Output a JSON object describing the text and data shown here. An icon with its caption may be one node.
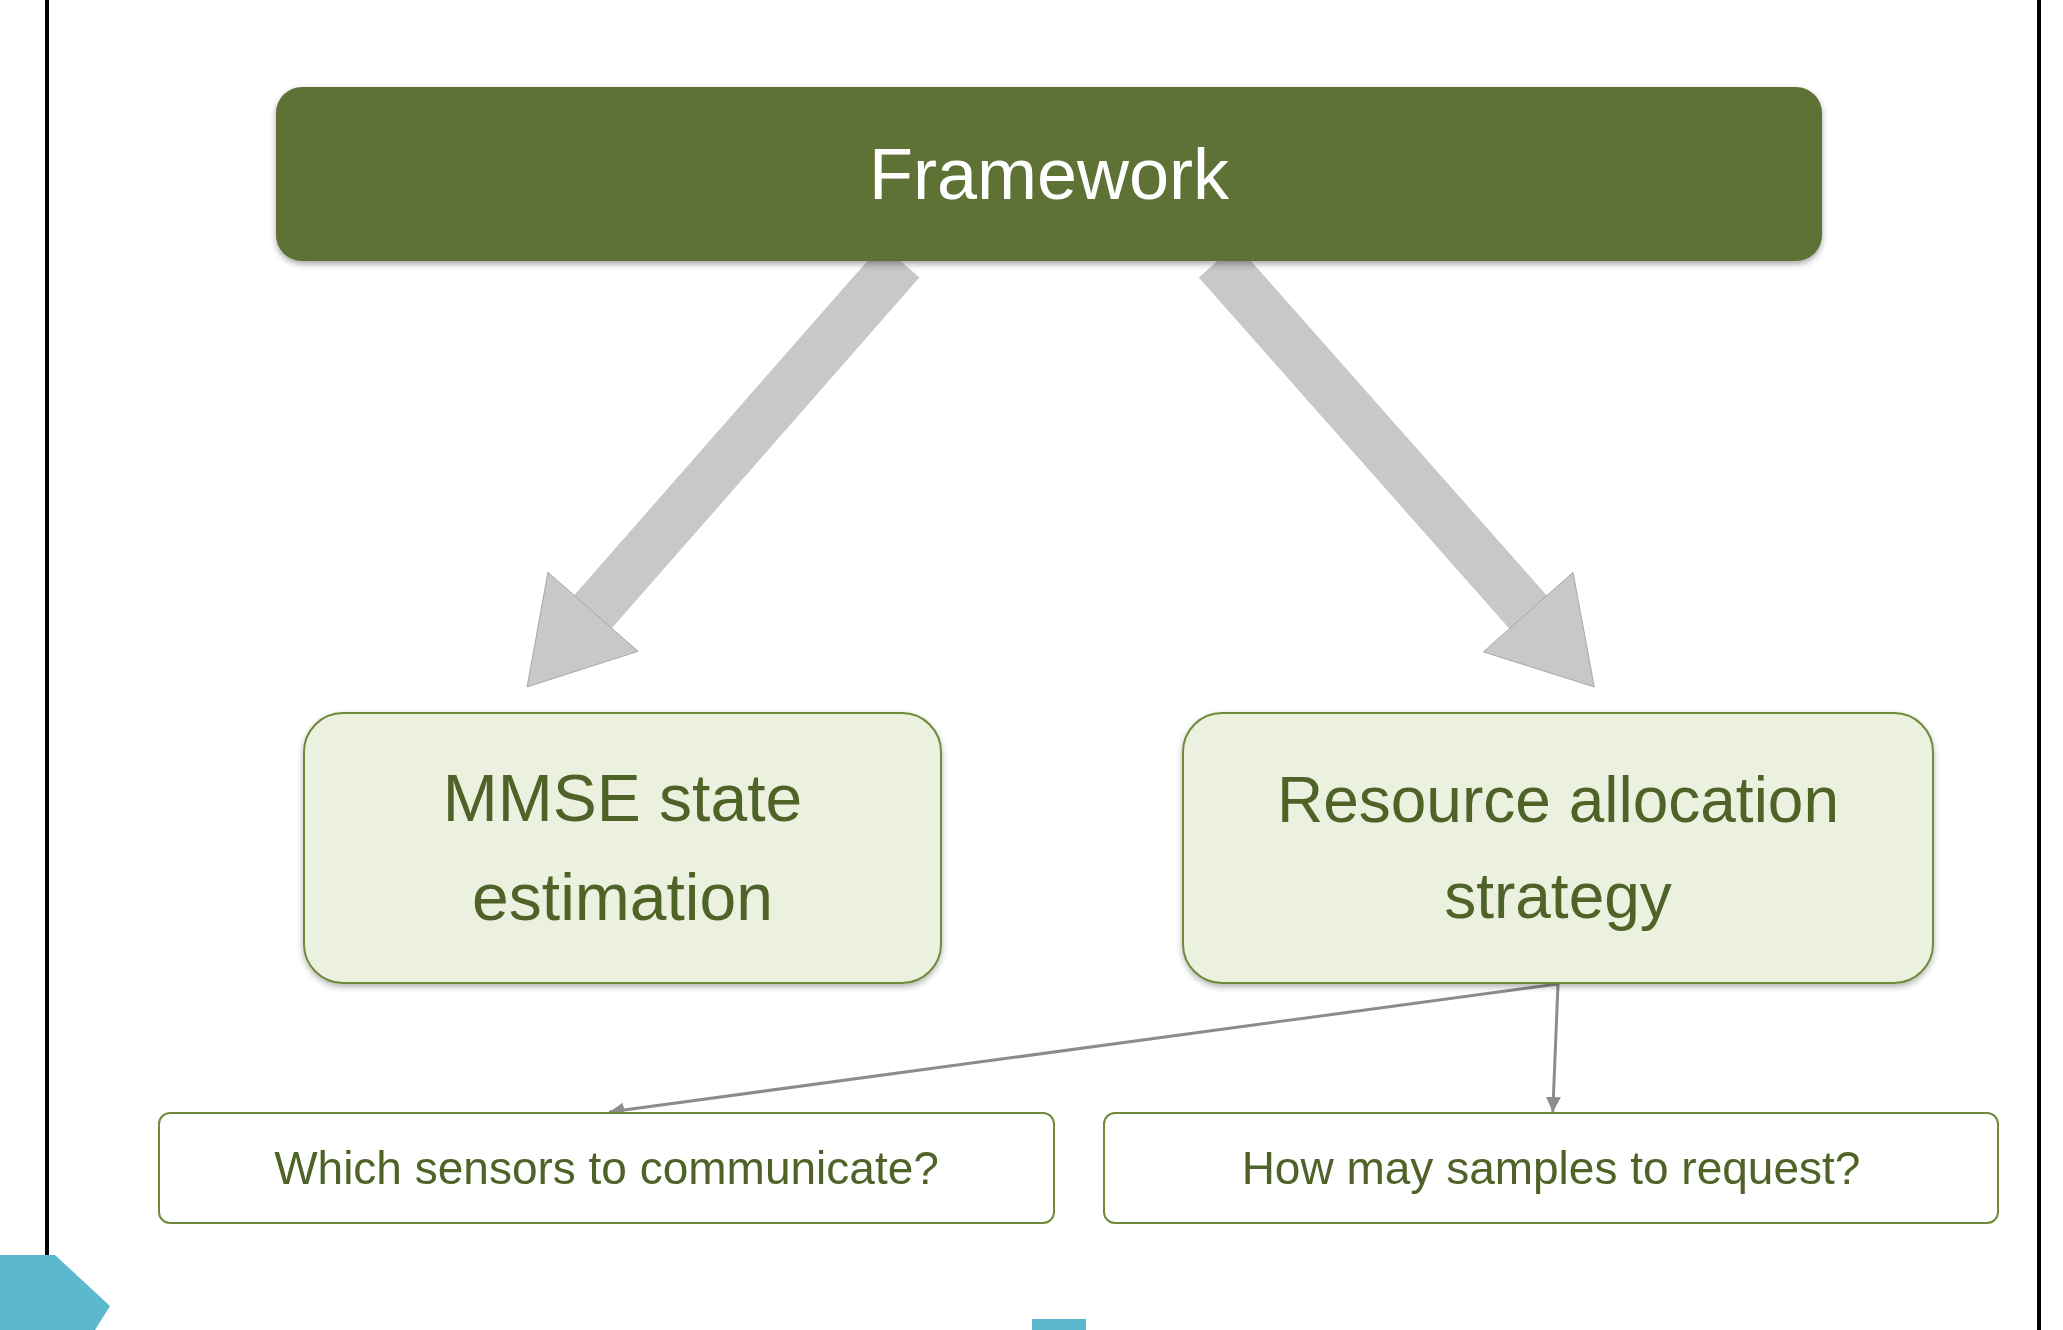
{
  "diagram": {
    "nodes": [
      {
        "text": [
          "Framework"
        ]
      },
      {
        "text": [
          "MMSE state estimation"
        ]
      },
      {
        "text": [
          "Resource allocation strategy"
        ]
      },
      {
        "text": [
          "Which sensors to communicate?"
        ]
      },
      {
        "text": [
          "How may samples to request?"
        ]
      }
    ],
    "edges": [
      {
        "from": 0,
        "to": 1,
        "arrow": "to",
        "style": "thick"
      },
      {
        "from": 0,
        "to": 2,
        "arrow": "to",
        "style": "thick"
      },
      {
        "from": 2,
        "to": 3,
        "arrow": "to"
      },
      {
        "from": 2,
        "to": 4,
        "arrow": "to"
      }
    ]
  }
}
